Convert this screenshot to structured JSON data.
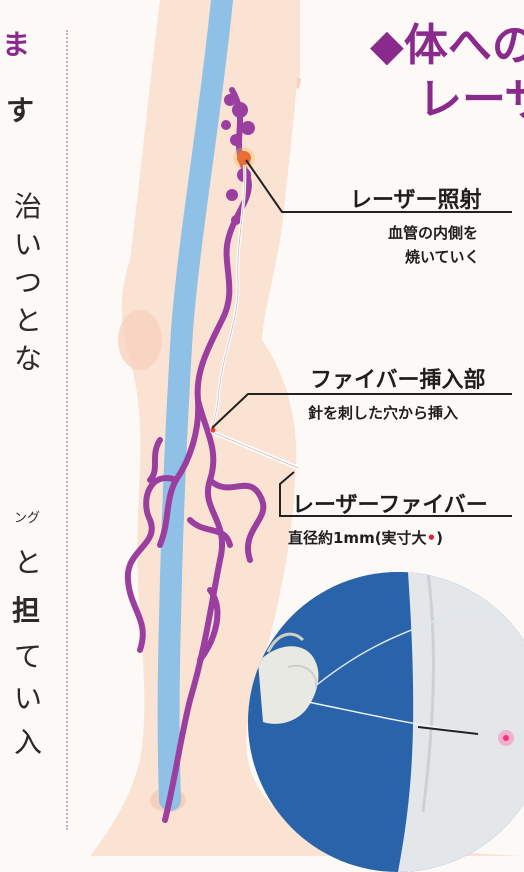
{
  "left_column": {
    "chars": [
      "ま",
      "す",
      "治",
      "い",
      "つ",
      "と",
      "な",
      "ング",
      "と",
      "担",
      "て",
      "い",
      "入"
    ]
  },
  "heading": {
    "line1": "◆体への",
    "line2": "レーザ"
  },
  "callouts": {
    "laser": {
      "title": "レーザー照射",
      "sub1": "血管の内側を",
      "sub2": "焼いていく"
    },
    "insertion": {
      "title": "ファイバー挿入部",
      "sub": "針を刺した穴から挿入"
    },
    "fiber": {
      "title": "レーザーファイバー",
      "sub": "直径約1mm(実寸大",
      "dot": "•",
      "close": ")"
    }
  },
  "colors": {
    "skin": "#fbe3d4",
    "vein_blue": "#8fc0e6",
    "varicose": "#9a3fa0",
    "heading": "#8a2a8d",
    "laser_dot": "#e8412a",
    "drape": "#2f6fb8"
  },
  "icons": [
    "leg-illustration",
    "laser-fiber",
    "laser-point",
    "gloved-hand",
    "surgical-drape"
  ]
}
